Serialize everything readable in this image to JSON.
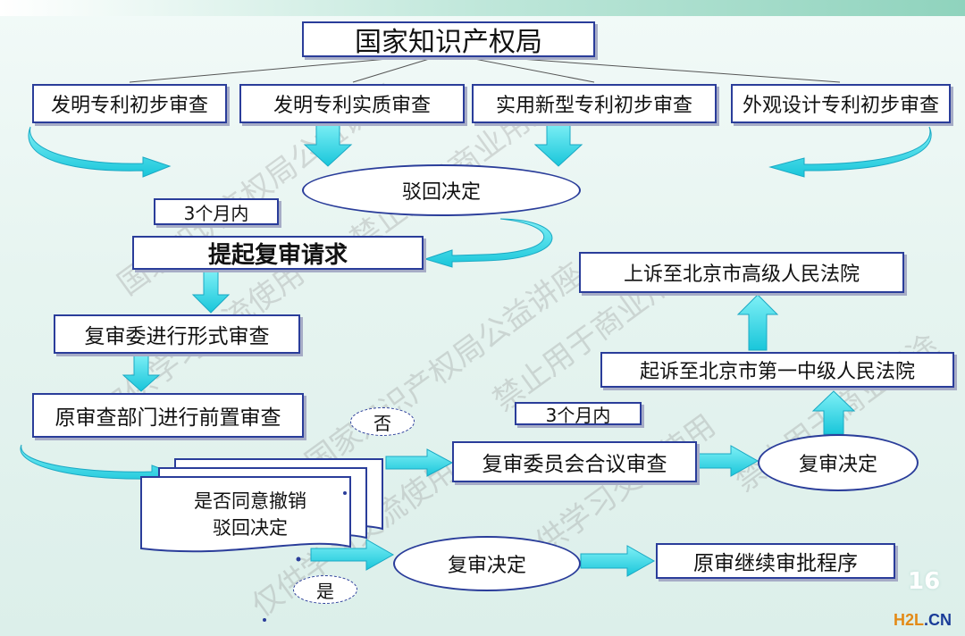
{
  "colors": {
    "border": "#2a3d9a",
    "arrow_fill": "#33d6e6",
    "arrow_stroke": "#1aa9c4",
    "shadow": "#a6acc6"
  },
  "title": "国家知识产权局",
  "exams": [
    "发明专利初步审查",
    "发明专利实质审查",
    "实用新型专利初步审查",
    "外观设计专利初步审查"
  ],
  "rejection": "驳回决定",
  "period_1": "3个月内",
  "request_review": "提起复审请求",
  "formal_exam": "复审委进行形式审查",
  "pre_exam": "原审查部门进行前置审查",
  "no_label": "否",
  "question": [
    "是否同意撤销",
    "驳回决定"
  ],
  "board_exam": "复审委员会合议审查",
  "decision": "复审决定",
  "yes_label": "是",
  "continue": "原审继续审批程序",
  "period_2": "3个月内",
  "court_1": "起诉至北京市第一中级人民法院",
  "court_2": "上诉至北京市高级人民法院",
  "page_number": "16",
  "logo": {
    "h2l": "H2L",
    "cn": ".CN"
  },
  "watermarks": [
    "国家知识产权局公益讲座",
    "禁止用于商业用途",
    "仅供学习交流使用"
  ]
}
